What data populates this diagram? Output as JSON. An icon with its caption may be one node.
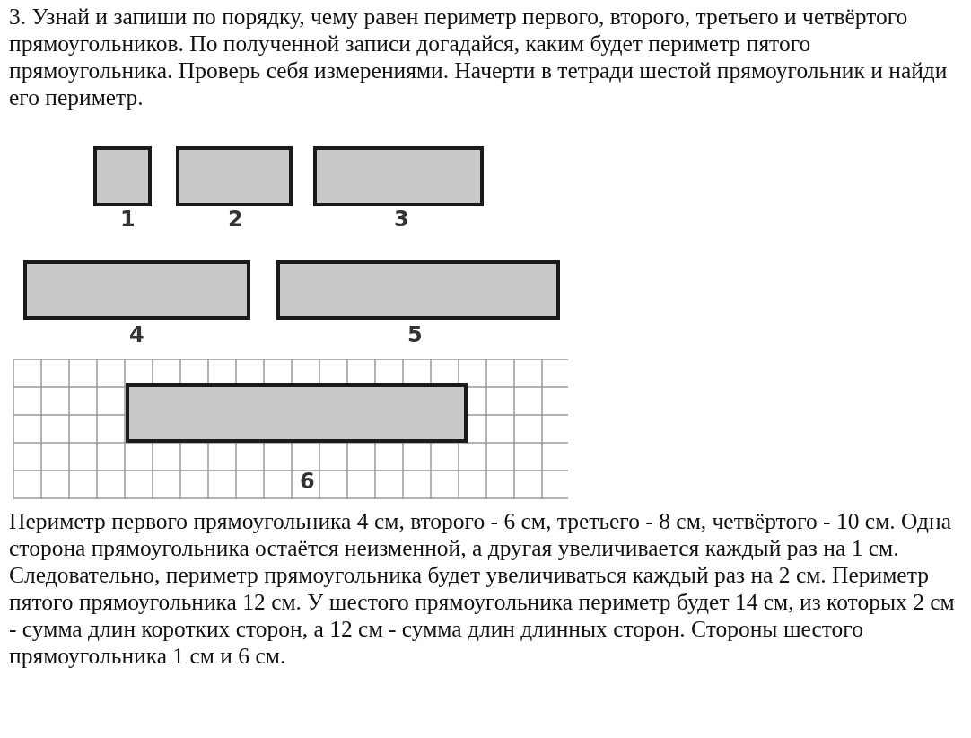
{
  "diagram": {
    "title": "3. Узнай и запиши по порядку, чему равен периметр первого, второго, третьего и четвёртого прямоугольников. По полученной записи догадайся, каким будет периметр пятого прямоугольника. Проверь себя измерениями. Начерти в тетради шестой прямоугольник и найди его периметр.",
    "caption": "Периметр первого прямоугольника 4 см, второго - 6 см, третьего - 8 см, четвёртого - 10 см. Одна сторона прямоугольника остаётся неизменной, а другая увеличивается каждый раз на 1 см. Следовательно, периметр прямоугольника будет увеличиваться каждый раз на 2 см. Периметр пятого прямоугольника 12 см. У шестого прямоугольника периметр будет 14 см, из которых 2 см - сумма длин коротких сторон, а 12 см - сумма длин длинных сторон. Стороны шестого прямоугольника 1 см и 6 см.",
    "nodes": [
      {
        "text": [
          "1"
        ]
      },
      {
        "text": [
          "2"
        ]
      },
      {
        "text": [
          "3"
        ]
      },
      {
        "text": [
          "4"
        ]
      },
      {
        "text": [
          "5"
        ]
      },
      {
        "text": [
          "6"
        ]
      }
    ]
  }
}
